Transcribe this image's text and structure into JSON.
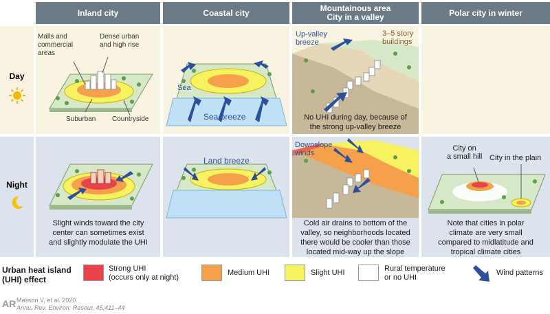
{
  "columns": [
    "Inland city",
    "Coastal city",
    "Mountainous area\nCity in a valley",
    "Polar city in winter"
  ],
  "rows": {
    "day": "Day",
    "night": "Night"
  },
  "labels": {
    "malls": "Malls and\ncommercial\nareas",
    "dense": "Dense urban\nand high rise",
    "suburban": "Suburban",
    "countryside": "Countryside",
    "sea": "Sea",
    "sea_breeze": "Sea breeze",
    "land_breeze": "Land breeze",
    "up_valley": "Up-valley\nbreeze",
    "story": "3–5 story\nbuildings",
    "downslope": "Downslope\nwinds",
    "city_hill": "City on\na small hill",
    "city_plain": "City in the plain"
  },
  "captions": {
    "mountain_day": "No UHI during day, because of\nthe strong up-valley breeze",
    "inland_night": "Slight winds toward the city\ncenter can sometimes exist\nand slightly modulate the UHI",
    "mountain_night": "Cold air drains to bottom of the\nvalley, so neighborhoods located\nthere would be cooler than those\nlocated mid-way up the slope",
    "polar_night": "Note that cities in polar\nclimate are very small\ncompared to midlatitude and\ntropical climate cities"
  },
  "legend": {
    "title": "Urban heat island\n(UHI) effect",
    "items": [
      {
        "label": "Strong UHI\n(occurs only at night)",
        "color": "#e8434a"
      },
      {
        "label": "Medium UHI",
        "color": "#f5a04a"
      },
      {
        "label": "Slight UHI",
        "color": "#f7f260"
      },
      {
        "label": "Rural temperature\nor no UHI",
        "color": "#ffffff"
      }
    ],
    "wind": "Wind patterns"
  },
  "footer": {
    "logo": "AR",
    "citation1": "Masson V, et al. 2020.",
    "citation2": "Annu. Rev. Environ. Resour. 45:411–44"
  },
  "colors": {
    "header": "#6b7a85",
    "day_bg": "#f9f4e1",
    "night_bg": "#dde3ec",
    "arrow": "#2d4f9c",
    "ground": "#d7e8c8",
    "water": "#bfe0f5"
  }
}
